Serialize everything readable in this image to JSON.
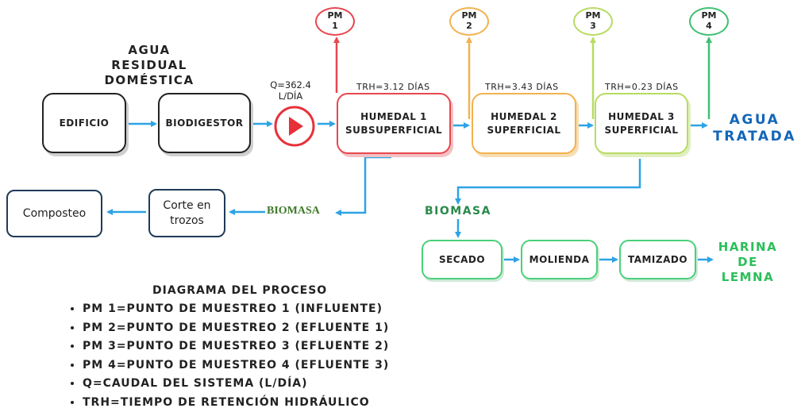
{
  "input_title": "AGUA\nRESIDUAL\nDOMÉSTICA",
  "flow_label": "Q=362.4\nL/DÍA",
  "nodes": {
    "edificio": "EDIFICIO",
    "biodigestor": "BIODIGESTOR",
    "humedal1": "HUMEDAL 1\nSUBSUPERFICIAL",
    "humedal2": "HUMEDAL 2\nSUPERFICIAL",
    "humedal3": "HUMEDAL 3\nSUPERFICIAL",
    "corte": "Corte en\ntrozos",
    "composteo": "Composteo",
    "secado": "SECADO",
    "molienda": "MOLIENDA",
    "tamizado": "TAMIZADO"
  },
  "trh": {
    "h1": "TRH=3.12 DÍAS",
    "h2": "TRH=3.43 DÍAS",
    "h3": "TRH=0.23 DÍAS"
  },
  "pm": [
    {
      "label": "PM",
      "num": "1",
      "color": "#e8474f"
    },
    {
      "label": "PM",
      "num": "2",
      "color": "#f2b24e"
    },
    {
      "label": "PM",
      "num": "3",
      "color": "#b7dc63"
    },
    {
      "label": "PM",
      "num": "4",
      "color": "#3fc072"
    }
  ],
  "outputs": {
    "agua_tratada": "AGUA\nTRATADA",
    "biomasa_left": "BIOMASA",
    "biomasa_right": "BIOMASA",
    "harina": "HARINA\nDE\nLEMNA"
  },
  "colors": {
    "arrow": "#2ea3e6",
    "agua_tratada": "#1366b8",
    "biomasa_left": "#3f7a2a",
    "biomasa_right": "#2a8a4a",
    "harina": "#2bbf5a",
    "humedal1": "#e8474f",
    "humedal2": "#f2b24e",
    "humedal3": "#b7dc63",
    "pump": "#e8303a"
  },
  "legend": {
    "title": "DIAGRAMA DEL PROCESO",
    "items": [
      "PM 1=PUNTO DE MUESTREO 1 (INFLUENTE)",
      "PM 2=PUNTO DE MUESTREO 2 (EFLUENTE 1)",
      "PM 3=PUNTO DE MUESTREO 3 (EFLUENTE 2)",
      "PM 4=PUNTO DE MUESTREO 4 (EFLUENTE 3)",
      "Q=CAUDAL DEL SISTEMA (L/DÍA)",
      "TRH=TIEMPO DE RETENCIÓN HIDRÁULICO"
    ]
  }
}
